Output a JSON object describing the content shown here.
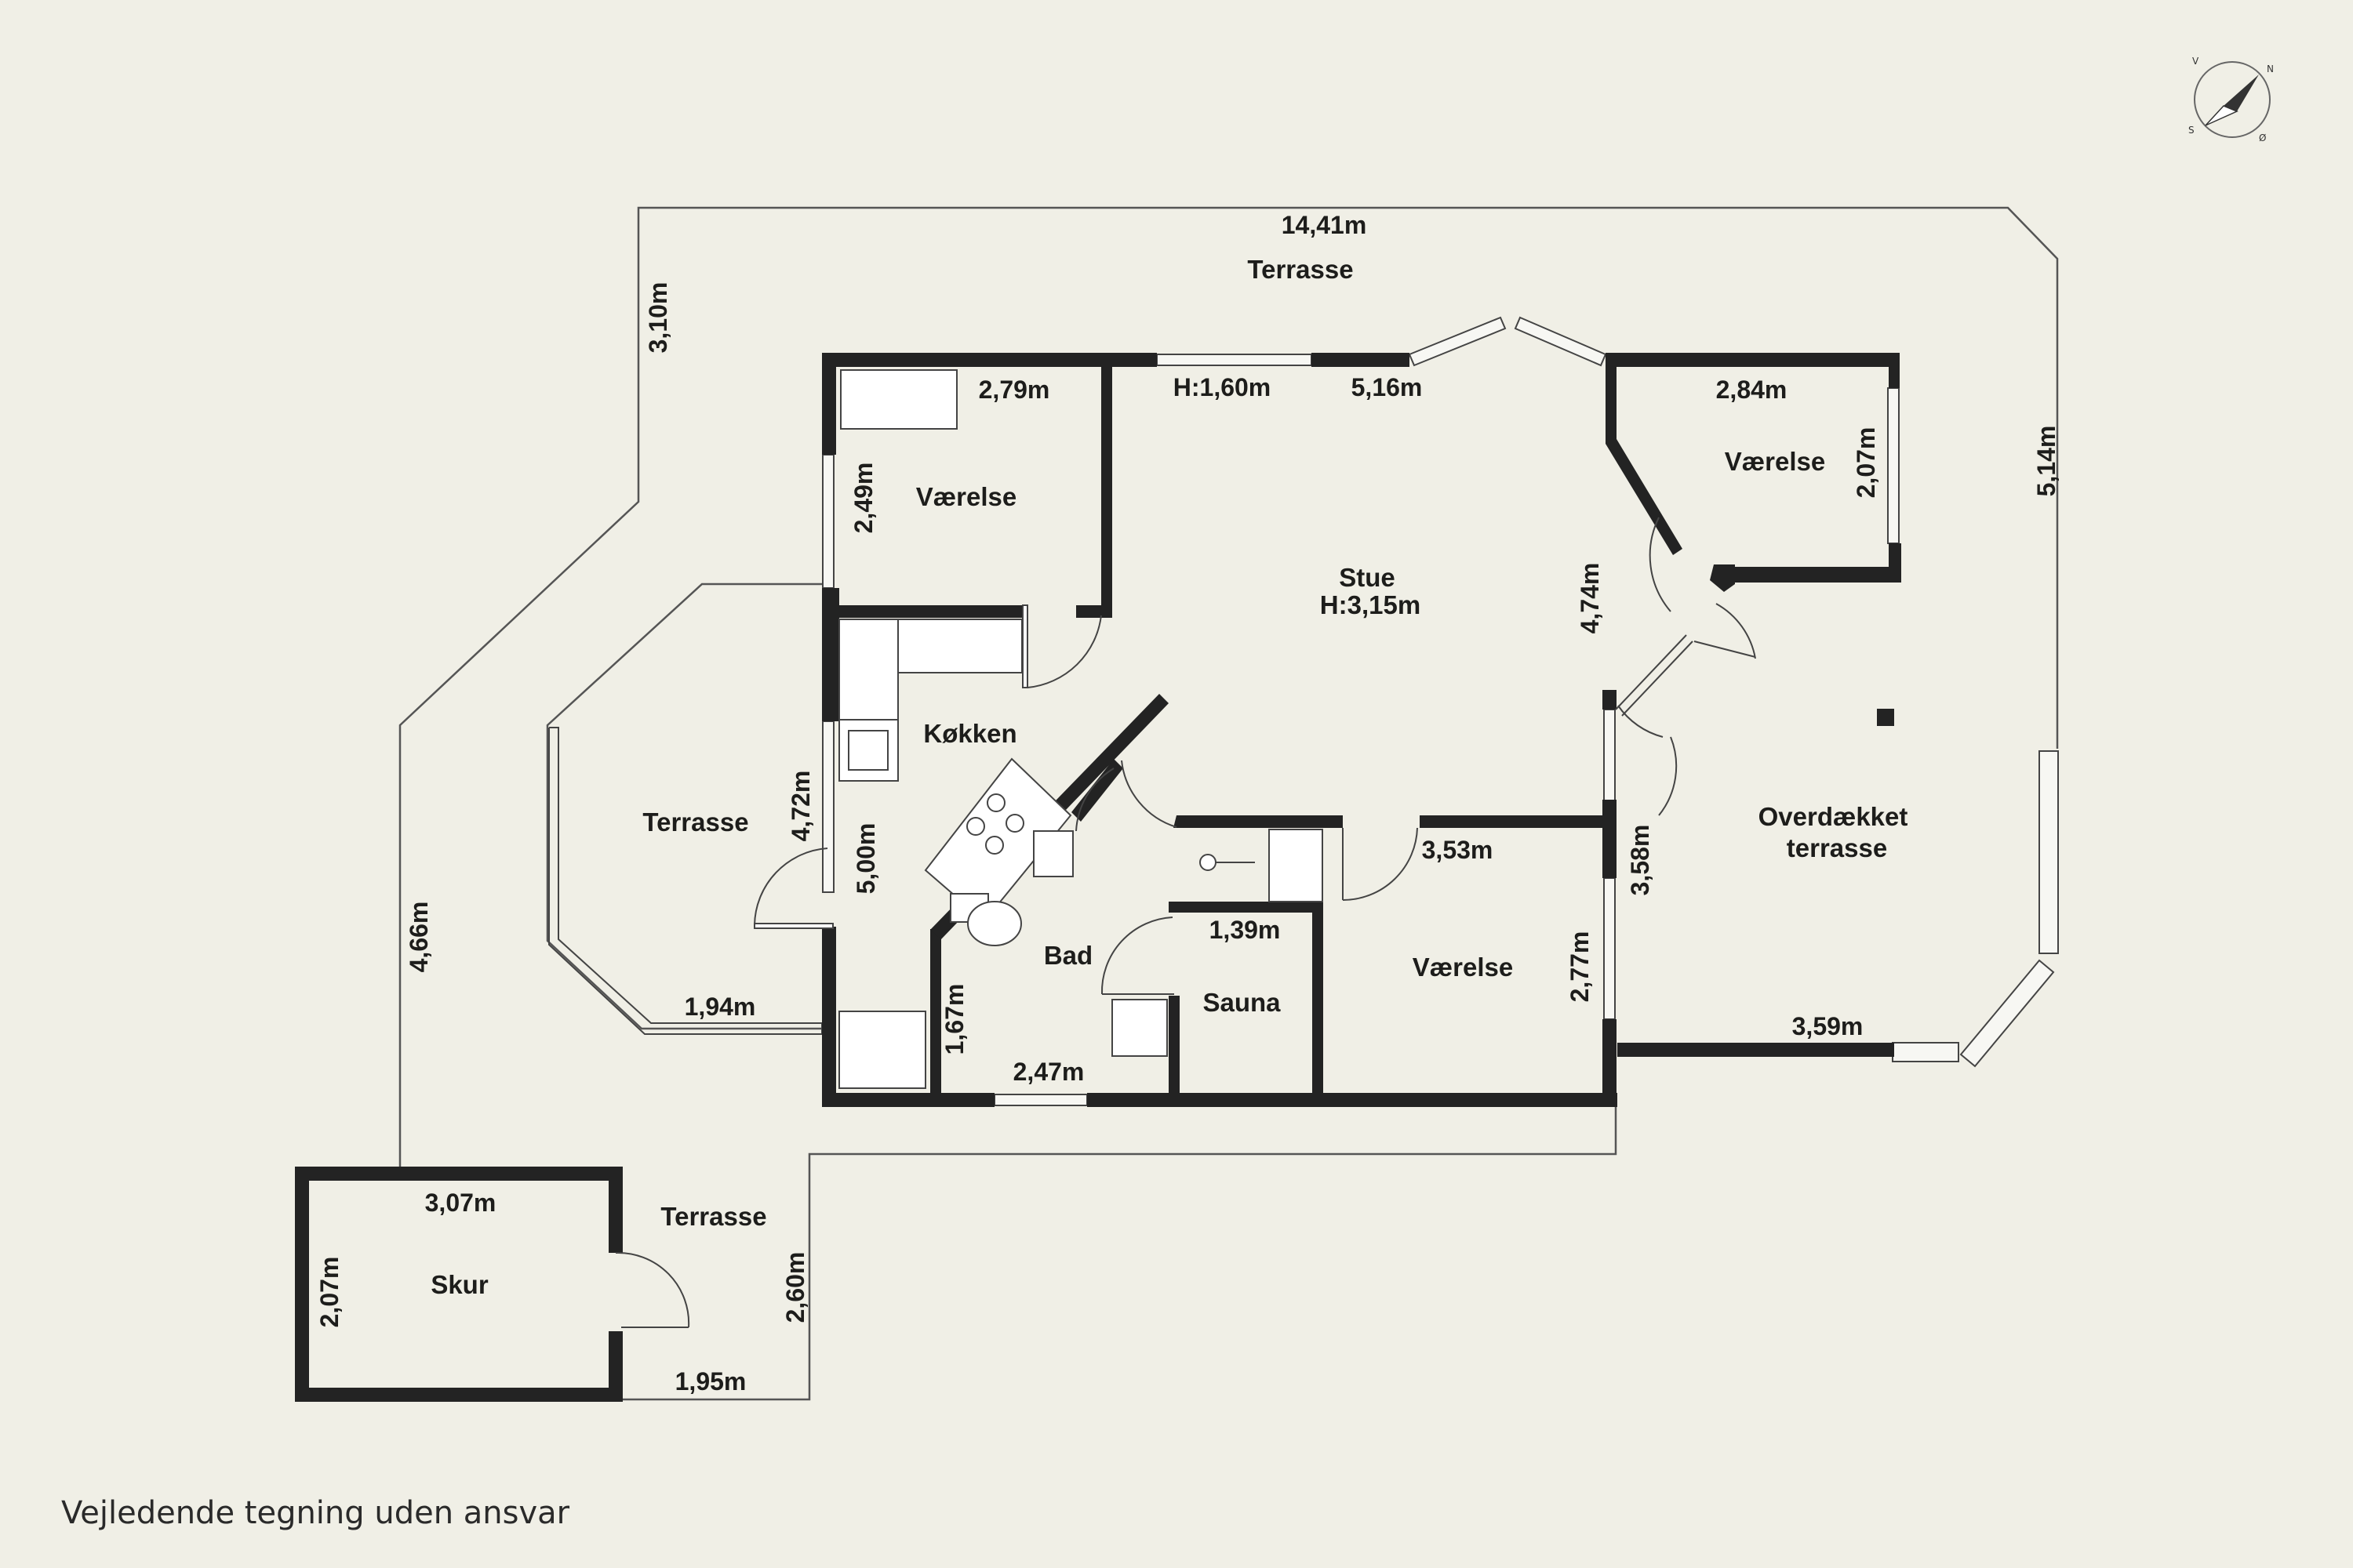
{
  "labels": {
    "terrasse_top": "Terrasse",
    "dim_total_width": "14,41m",
    "dim_left_top": "3,10m",
    "dim_right": "5,14m",
    "dim_left_lower": "4,66m",
    "vaerelse_nw": "Værelse",
    "dim_vnw_w": "2,79m",
    "dim_vnw_h": "2,49m",
    "window_height": "H:1,60m",
    "dim_stue_w": "5,16m",
    "stue": "Stue",
    "stue_height": "H:3,15m",
    "dim_stue_h": "4,74m",
    "vaerelse_ne": "Værelse",
    "dim_vne_w": "2,84m",
    "dim_vne_h": "2,07m",
    "koekken": "Køkken",
    "terrasse_west": "Terrasse",
    "dim_tw_a": "4,72m",
    "dim_tw_b": "5,00m",
    "dim_tw_bottom": "1,94m",
    "overdaekket_1": "Overdækket",
    "overdaekket_2": "terrasse",
    "dim_ot_h": "3,58m",
    "dim_ot_w": "3,59m",
    "vaerelse_se": "Værelse",
    "dim_vse_w": "3,53m",
    "dim_vse_h": "2,77m",
    "bad": "Bad",
    "dim_bad_h": "1,67m",
    "dim_bad_w": "2,47m",
    "sauna": "Sauna",
    "dim_sauna_w": "1,39m",
    "skur": "Skur",
    "dim_skur_w": "3,07m",
    "dim_skur_h": "2,07m",
    "terrasse_south": "Terrasse",
    "dim_ts_w": "1,95m",
    "dim_ts_h": "2,60m",
    "footer": "Vejledende tegning uden ansvar",
    "compass_n": "N",
    "compass_s": "S",
    "compass_v": "V",
    "compass_o": "Ø"
  },
  "colors": {
    "background": "#f0efe6",
    "wall": "#232323",
    "outline": "#555555",
    "fixture_fill": "#ffffff"
  }
}
